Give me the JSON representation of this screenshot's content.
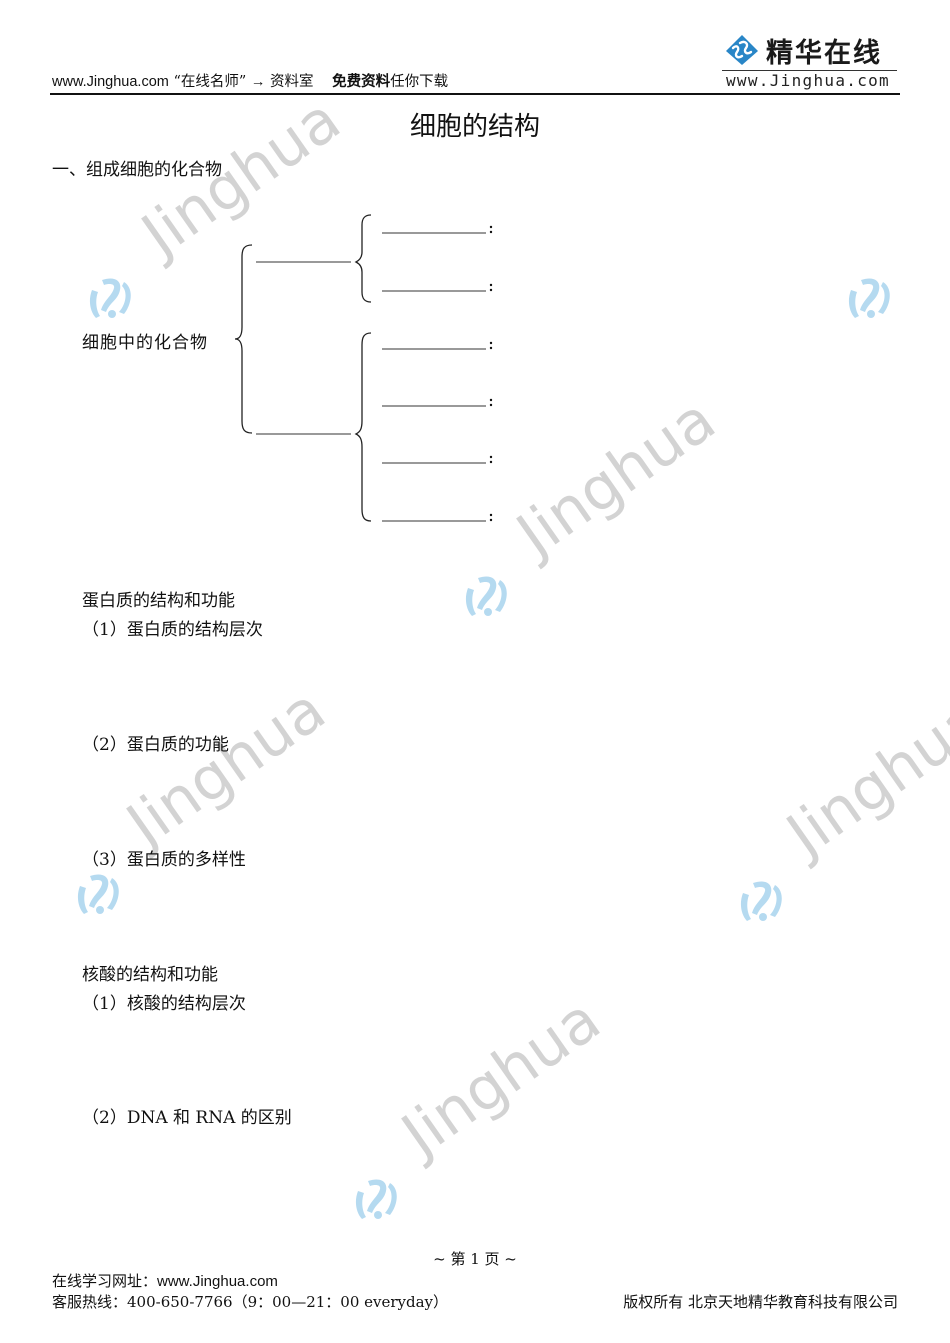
{
  "header": {
    "site": "www.Jinghua.com",
    "quote": "“在线名师”",
    "arrow": "→",
    "room": "资料室",
    "free_bold": "免费资料",
    "free_rest": "任你下载",
    "logo_cn": "精华在线",
    "logo_url": "www.Jinghua.com"
  },
  "document": {
    "title": "细胞的结构",
    "section1_heading": "一、组成细胞的化合物",
    "diagram": {
      "root_label": "细胞中的化合物",
      "branches": [
        {
          "blank": "",
          "children": [
            {
              "blank": "",
              "suffix": "："
            },
            {
              "blank": "",
              "suffix": "："
            }
          ]
        },
        {
          "blank": "",
          "children": [
            {
              "blank": "",
              "suffix": "："
            },
            {
              "blank": "",
              "suffix": "："
            },
            {
              "blank": "",
              "suffix": "："
            },
            {
              "blank": "",
              "suffix": "："
            }
          ]
        }
      ]
    },
    "protein": {
      "heading": "蛋白质的结构和功能",
      "items": [
        "（1）蛋白质的结构层次",
        "（2）蛋白质的功能",
        "（3）蛋白质的多样性"
      ]
    },
    "nucleic": {
      "heading": "核酸的结构和功能",
      "items": [
        "（1）核酸的结构层次",
        "（2）DNA 和 RNA 的区别"
      ]
    }
  },
  "footer": {
    "page": "~ 第 1 页 ~",
    "site_label": "在线学习网址：",
    "site_url": "www.Jinghua.com",
    "hotline": "客服热线：400-650-7766（9：00—21：00 everyday）",
    "copyright": "版权所有  北京天地精华教育科技有限公司"
  },
  "watermark": {
    "text": "Jinghua",
    "color": "#d3d3d3",
    "logo_color": "#a9d4ee"
  },
  "colors": {
    "brand_blue": "#1e7fc4",
    "text": "#111111"
  }
}
